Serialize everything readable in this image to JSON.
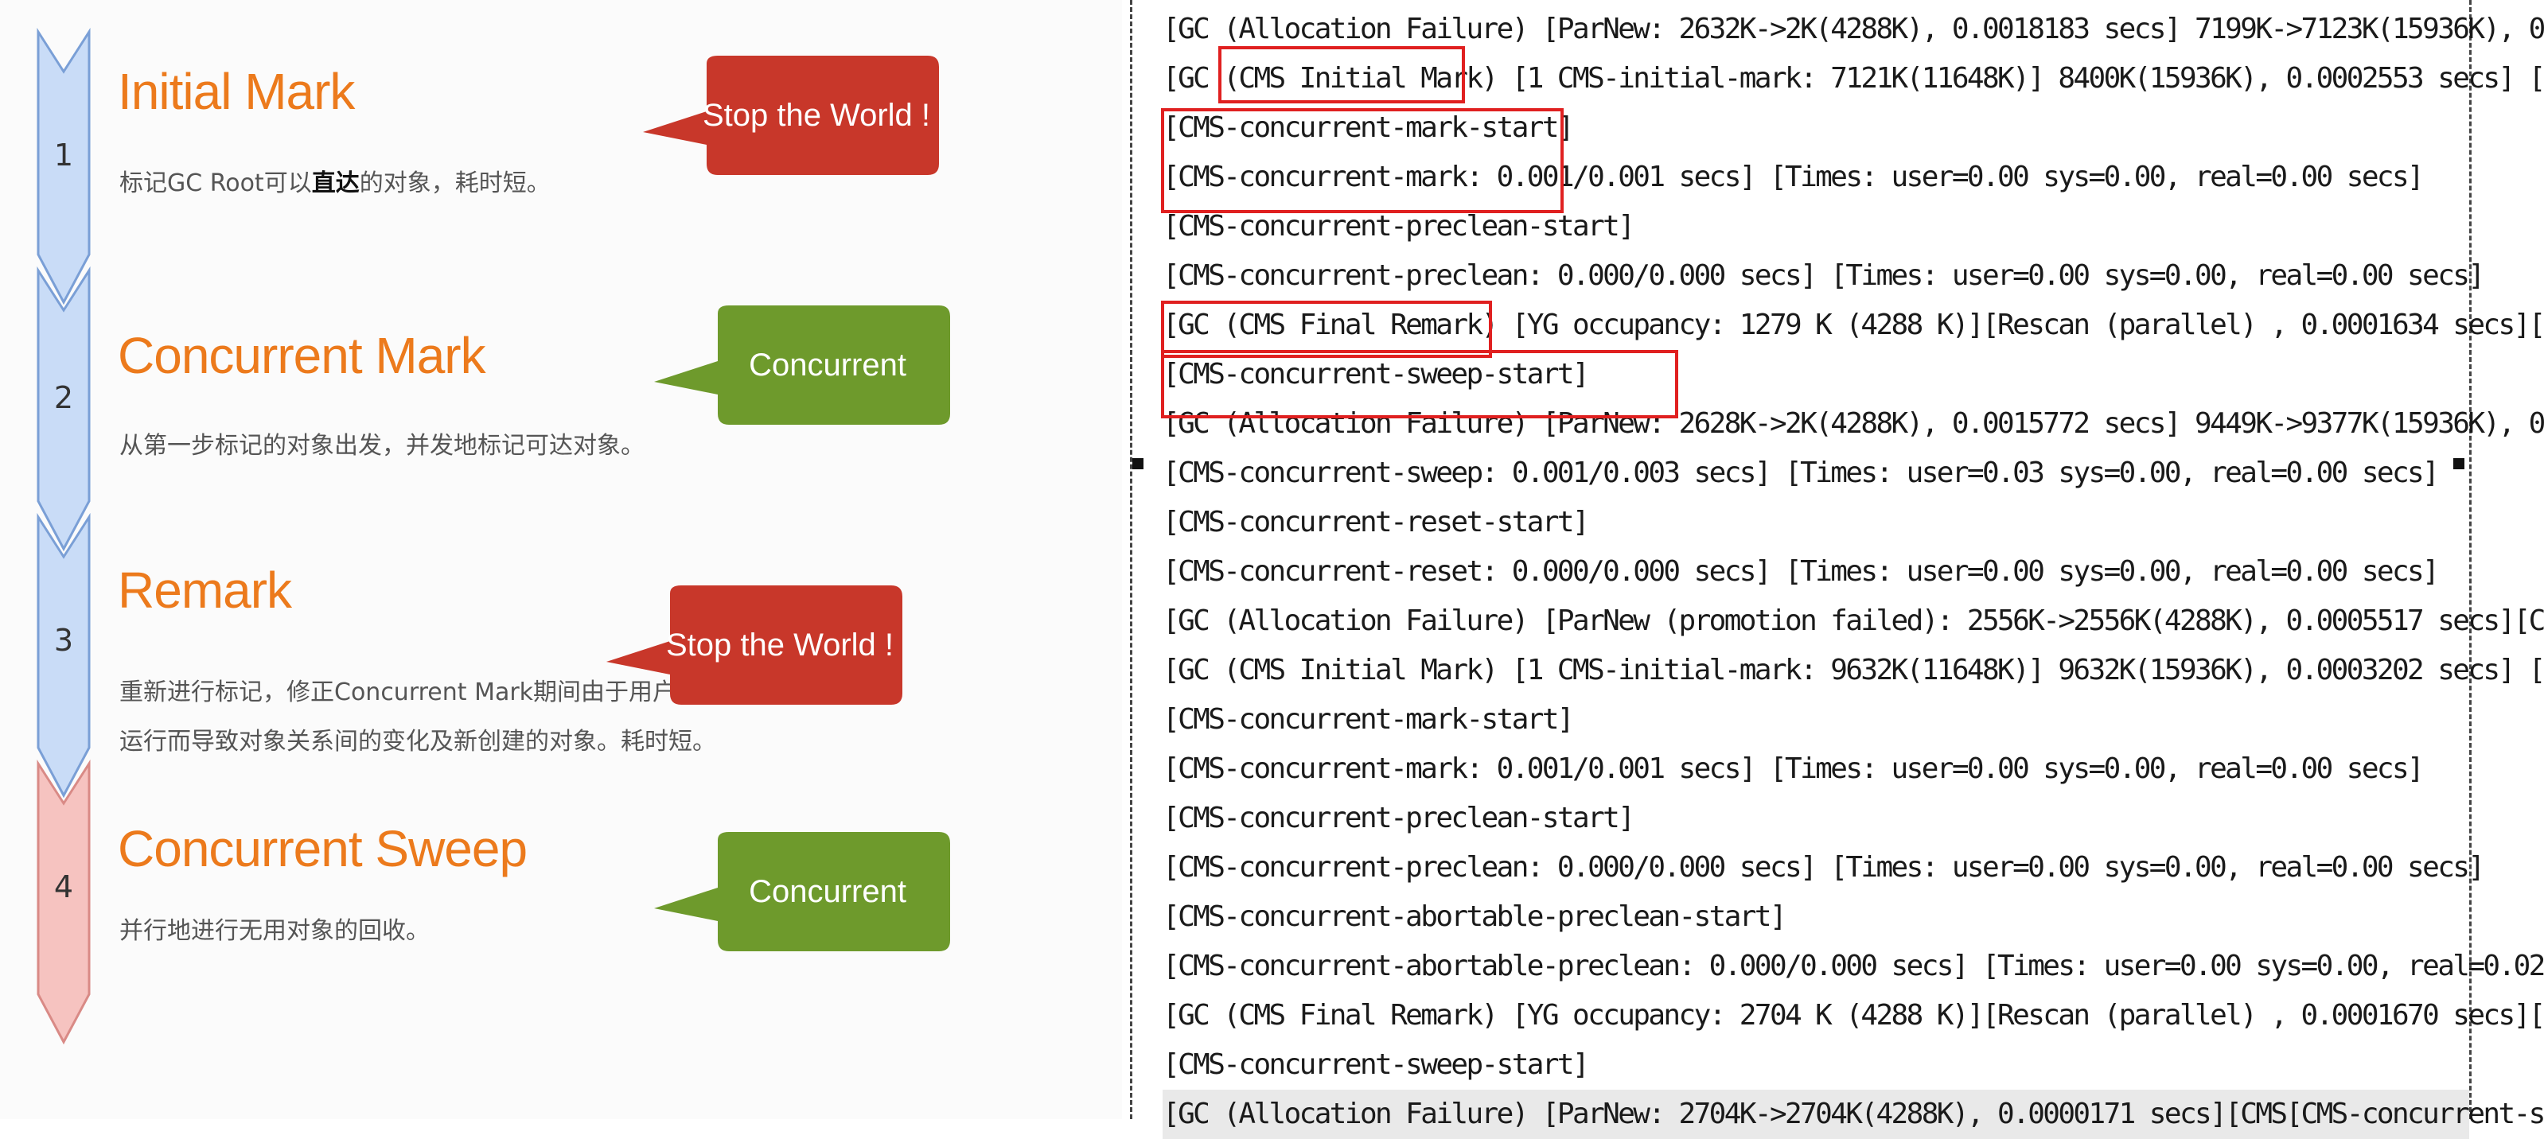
{
  "phases": [
    {
      "number": "1",
      "title": "Initial Mark",
      "desc_lines": [
        [
          "标记GC Root可以",
          "直达",
          "的对象，耗时短。"
        ]
      ],
      "badge": "Stop the World !",
      "badge_type": "stw"
    },
    {
      "number": "2",
      "title": "Concurrent Mark",
      "desc_lines": [
        [
          "从第一步标记的对象出发，并发地标记可达对象。"
        ]
      ],
      "badge": "Concurrent",
      "badge_type": "concurrent"
    },
    {
      "number": "3",
      "title": "Remark",
      "desc_lines": [
        [
          "重新进行标记，修正Concurrent Mark期间由于用户程序"
        ],
        [
          "运行而导致对象关系间的变化及新创建的对象。耗时短。"
        ]
      ],
      "badge": "Stop the World !",
      "badge_type": "stw"
    },
    {
      "number": "4",
      "title": "Concurrent Sweep",
      "desc_lines": [
        [
          "并行地进行无用对象的回收。"
        ]
      ],
      "badge": "Concurrent",
      "badge_type": "concurrent"
    }
  ],
  "colors": {
    "title": "#ec7a1c",
    "stw_badge": "#c8372a",
    "concurrent_badge": "#6e9a2c",
    "arrow_blue": "#c9dcf7",
    "arrow_red": "#f6c3c0",
    "highlight_box": "#e02020"
  },
  "log_lines": [
    "[GC (Allocation Failure) [ParNew: 2632K->2K(4288K), 0.0018183 secs] 7199K->7123K(15936K), 0",
    "[GC (CMS Initial Mark) [1 CMS-initial-mark: 7121K(11648K)] 8400K(15936K), 0.0002553 secs] [",
    "[CMS-concurrent-mark-start]",
    "[CMS-concurrent-mark: 0.001/0.001 secs] [Times: user=0.00 sys=0.00, real=0.00 secs]",
    "[CMS-concurrent-preclean-start]",
    "[CMS-concurrent-preclean: 0.000/0.000 secs] [Times: user=0.00 sys=0.00, real=0.00 secs]",
    "[GC (CMS Final Remark) [YG occupancy: 1279 K (4288 K)][Rescan (parallel) , 0.0001634 secs][",
    "[CMS-concurrent-sweep-start]",
    "[GC (Allocation Failure) [ParNew: 2628K->2K(4288K), 0.0015772 secs] 9449K->9377K(15936K), 0",
    "[CMS-concurrent-sweep: 0.001/0.003 secs] [Times: user=0.03 sys=0.00, real=0.00 secs]",
    "[CMS-concurrent-reset-start]",
    "[CMS-concurrent-reset: 0.000/0.000 secs] [Times: user=0.00 sys=0.00, real=0.00 secs]",
    "[GC (Allocation Failure) [ParNew (promotion failed): 2556K->2556K(4288K), 0.0005517 secs][C",
    "[GC (CMS Initial Mark) [1 CMS-initial-mark: 9632K(11648K)] 9632K(15936K), 0.0003202 secs] [",
    "[CMS-concurrent-mark-start]",
    "[CMS-concurrent-mark: 0.001/0.001 secs] [Times: user=0.00 sys=0.00, real=0.00 secs]",
    "[CMS-concurrent-preclean-start]",
    "[CMS-concurrent-preclean: 0.000/0.000 secs] [Times: user=0.00 sys=0.00, real=0.00 secs]",
    "[CMS-concurrent-abortable-preclean-start]",
    "[CMS-concurrent-abortable-preclean: 0.000/0.000 secs] [Times: user=0.00 sys=0.00, real=0.02",
    "[GC (CMS Final Remark) [YG occupancy: 2704 K (4288 K)][Rescan (parallel) , 0.0001670 secs][",
    "[CMS-concurrent-sweep-start]",
    "[GC (Allocation Failure) [ParNew: 2704K->2704K(4288K), 0.0000171 secs][CMS[CMS-concurrent-s"
  ]
}
